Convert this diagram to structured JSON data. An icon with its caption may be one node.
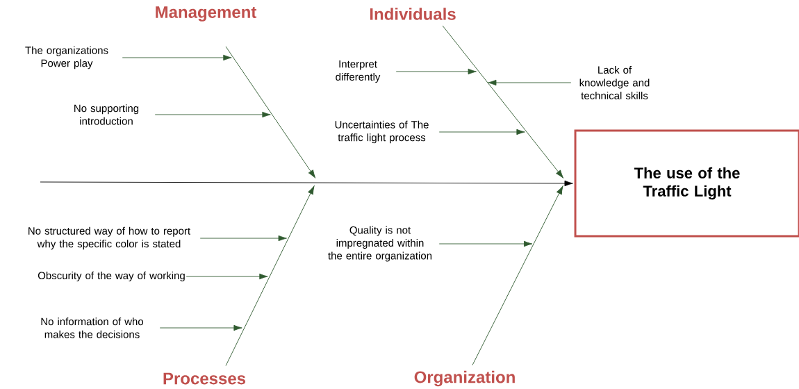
{
  "diagram": {
    "nodes": [
      {
        "text": [
          "Management"
        ]
      },
      {
        "text": [
          "Individuals"
        ]
      },
      {
        "text": [
          "Processes"
        ]
      },
      {
        "text": [
          "Organization"
        ]
      },
      {
        "text": [
          "The use of the Traffic Light"
        ]
      },
      {
        "text": [
          "The organizations Power play"
        ]
      },
      {
        "text": [
          "No supporting introduction"
        ]
      },
      {
        "text": [
          "Interpret differently"
        ]
      },
      {
        "text": [
          "Lack of knowledge and technical skills"
        ]
      },
      {
        "text": [
          "Uncertainties of The traffic light process"
        ]
      },
      {
        "text": [
          "No structured way of how to report why the specific color is stated"
        ]
      },
      {
        "text": [
          "Obscurity of the way of working"
        ]
      },
      {
        "text": [
          "No information of who makes the decisions"
        ]
      },
      {
        "text": [
          "Quality is not impregnated within the entire organization"
        ]
      }
    ],
    "edges": [
      {
        "from": null,
        "to": 4,
        "arrow": "to",
        "color": "#000000"
      },
      {
        "from": 0,
        "to": null,
        "arrow": "to"
      },
      {
        "from": 1,
        "to": null,
        "arrow": "to"
      },
      {
        "from": 2,
        "to": null,
        "arrow": "to"
      },
      {
        "from": 3,
        "to": null,
        "arrow": "to"
      },
      {
        "from": 5,
        "to": null,
        "arrow": "to"
      },
      {
        "from": 6,
        "to": null,
        "arrow": "to"
      },
      {
        "from": 7,
        "to": null,
        "arrow": "to"
      },
      {
        "from": 8,
        "to": null,
        "arrow": "to"
      },
      {
        "from": 9,
        "to": null,
        "arrow": "to"
      },
      {
        "from": 10,
        "to": null,
        "arrow": "to"
      },
      {
        "from": 11,
        "to": null,
        "arrow": "to"
      },
      {
        "from": 12,
        "to": null,
        "arrow": "to"
      },
      {
        "from": 13,
        "to": null,
        "arrow": "to"
      }
    ]
  }
}
